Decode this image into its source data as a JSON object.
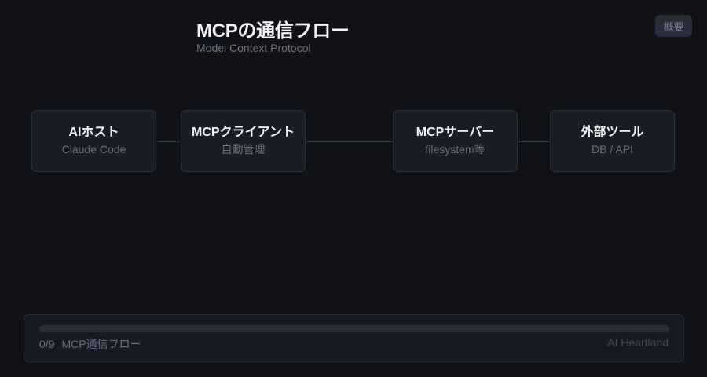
{
  "header": {
    "title": "MCPの通信フロー",
    "subtitle": "Model Context Protocol",
    "badge": "概要"
  },
  "diagram": {
    "nodes": [
      {
        "id": "ai-host",
        "title": "AIホスト",
        "subtitle": "Claude Code"
      },
      {
        "id": "mcp-client",
        "title": "MCPクライアント",
        "subtitle": "自動管理"
      },
      {
        "id": "mcp-server",
        "title": "MCPサーバー",
        "subtitle": "filesystem等"
      },
      {
        "id": "external-tools",
        "title": "外部ツール",
        "subtitle": "DB / API"
      }
    ],
    "edges": [
      {
        "from": "ai-host",
        "to": "mcp-client"
      },
      {
        "from": "mcp-client",
        "to": "mcp-server"
      },
      {
        "from": "mcp-server",
        "to": "external-tools"
      }
    ]
  },
  "progress": {
    "current": 0,
    "total": 9,
    "count_label": "0/9",
    "step_label": "MCP通信フロー",
    "percent": 0
  },
  "footer": {
    "brand": "AI Heartland"
  },
  "colors": {
    "background": "#111217",
    "node_bg": "#1a1c26",
    "node_border": "#2d303d",
    "connector": "#363948",
    "title_text": "#f2f3f7",
    "muted_text": "#6b6f80"
  }
}
